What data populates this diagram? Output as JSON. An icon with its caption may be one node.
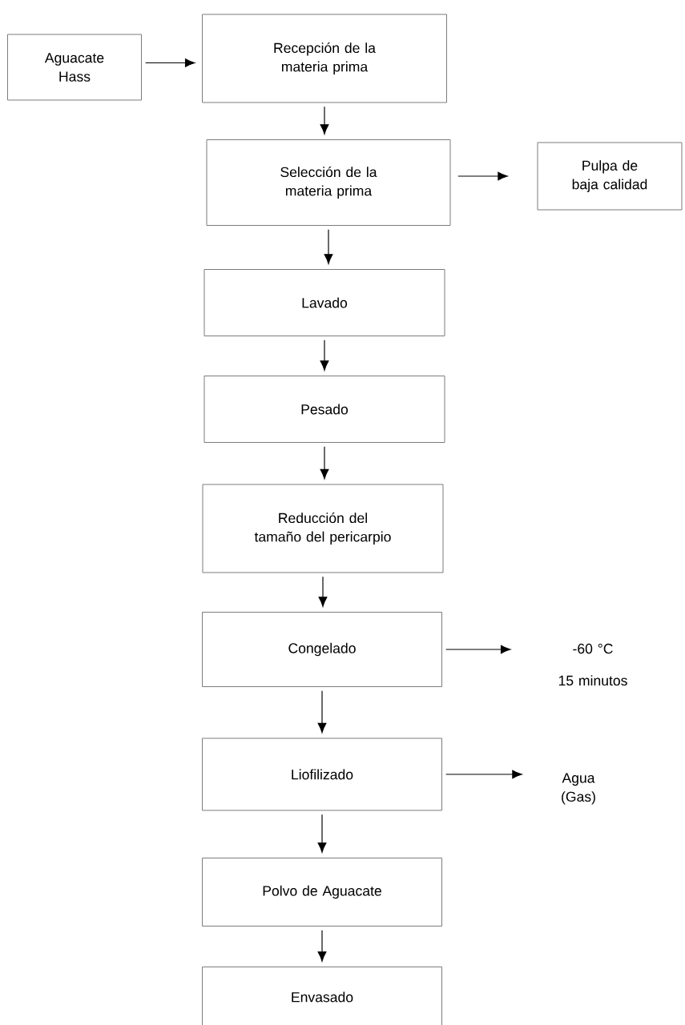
{
  "diagram": {
    "nodes": [
      {
        "text": [
          "Aguacate Hass"
        ]
      },
      {
        "text": [
          "Recepción de la materia prima"
        ]
      },
      {
        "text": [
          "Selección de la materia prima"
        ]
      },
      {
        "text": [
          "Pulpa de baja calidad"
        ]
      },
      {
        "text": [
          "Lavado"
        ]
      },
      {
        "text": [
          "Pesado"
        ]
      },
      {
        "text": [
          "Reducción del tamaño del pericarpio"
        ]
      },
      {
        "text": [
          "Congelado"
        ]
      },
      {
        "text": [
          "-60 °C",
          "15 minutos"
        ]
      },
      {
        "text": [
          "Liofilizado"
        ]
      },
      {
        "text": [
          "Agua (Gas)"
        ]
      },
      {
        "text": [
          "Polvo de Aguacate"
        ]
      },
      {
        "text": [
          "Envasado"
        ]
      }
    ],
    "edges": [
      {
        "from": 0,
        "to": 1,
        "arrow": "to"
      },
      {
        "from": 1,
        "to": 2,
        "arrow": "to"
      },
      {
        "from": 2,
        "to": 3,
        "arrow": "to"
      },
      {
        "from": 2,
        "to": 4,
        "arrow": "to"
      },
      {
        "from": 4,
        "to": 5,
        "arrow": "to"
      },
      {
        "from": 5,
        "to": 6,
        "arrow": "to"
      },
      {
        "from": 6,
        "to": 7,
        "arrow": "to"
      },
      {
        "from": 7,
        "to": 8,
        "arrow": "to"
      },
      {
        "from": 7,
        "to": 9,
        "arrow": "to"
      },
      {
        "from": 9,
        "to": 10,
        "arrow": "to"
      },
      {
        "from": 9,
        "to": 11,
        "arrow": "to"
      },
      {
        "from": 11,
        "to": 12,
        "arrow": "to"
      }
    ]
  }
}
